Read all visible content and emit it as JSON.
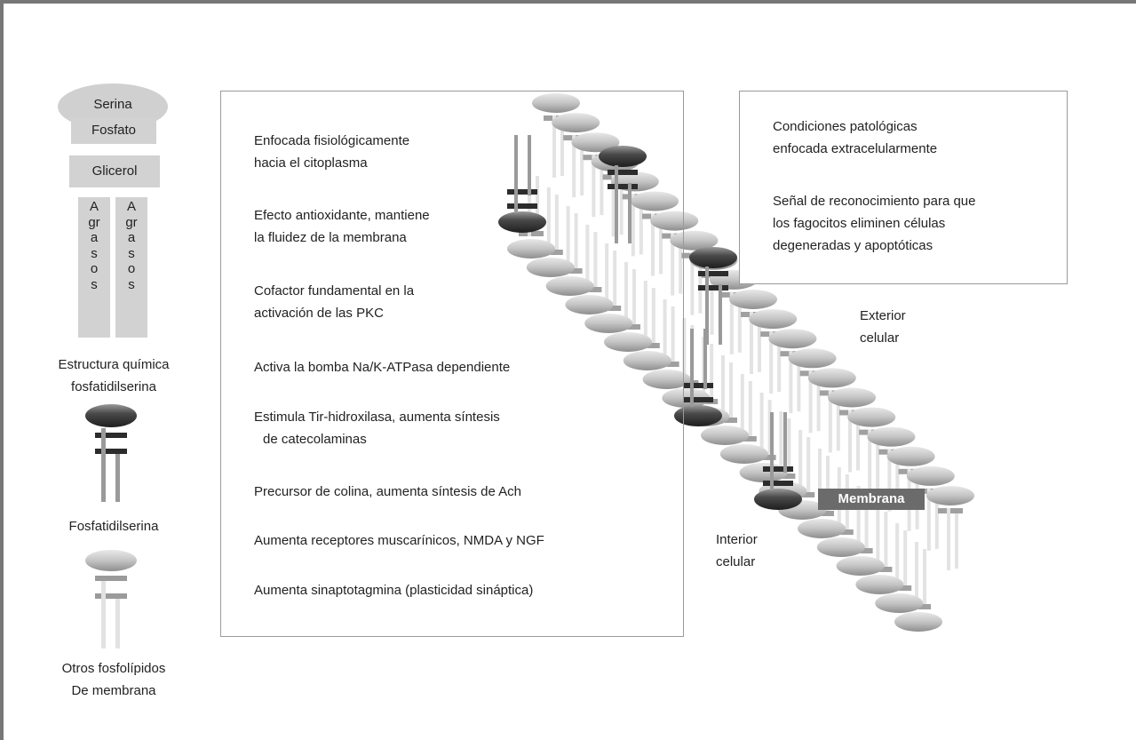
{
  "structure": {
    "head": "Serina",
    "phosphate": "Fosfato",
    "glycerol": "Glicerol",
    "fatty_acid_1": "Agrasos",
    "fatty_acid_2": "Agrasos",
    "caption_line1": "Estructura química",
    "caption_line2": "fosfatidilserina"
  },
  "legend": {
    "phosphatidylserine": "Fosfatidilserina",
    "other_line1": "Otros fosfolípidos",
    "other_line2": "De membrana"
  },
  "functions": [
    {
      "line1": "Enfocada fisiológicamente",
      "line2": "hacia el citoplasma"
    },
    {
      "line1": "Efecto antioxidante, mantiene",
      "line2": "la fluidez de la membrana"
    },
    {
      "line1": "Cofactor  fundamental en la",
      "line2": "activación de las PKC"
    },
    {
      "line1": "Activa la bomba Na/K-ATPasa dependiente",
      "line2": ""
    },
    {
      "line1": "Estimula Tir-hidroxilasa, aumenta síntesis",
      "line2": "de  catecolaminas"
    },
    {
      "line1": "Precursor de colina, aumenta síntesis de Ach",
      "line2": ""
    },
    {
      "line1": "Aumenta receptores muscarínicos, NMDA y NGF",
      "line2": ""
    },
    {
      "line1": "Aumenta sinaptotagmina (plasticidad sináptica)",
      "line2": ""
    }
  ],
  "pathology": {
    "p1_line1": "Condiciones patológicas",
    "p1_line2": "enfocada extracelularmente",
    "p2_line1": "Señal de reconocimiento para que",
    "p2_line2": "los fagocitos eliminen células",
    "p2_line3": "degeneradas y apoptóticas"
  },
  "membrane": {
    "exterior_line1": "Exterior",
    "exterior_line2": "celular",
    "interior_line1": "Interior",
    "interior_line2": "celular",
    "label": "Membrana"
  },
  "colors": {
    "light_gray": "#d2d2d2",
    "mid_gray": "#9a9a9a",
    "dark_ps": "#444444",
    "frame": "#777777"
  }
}
